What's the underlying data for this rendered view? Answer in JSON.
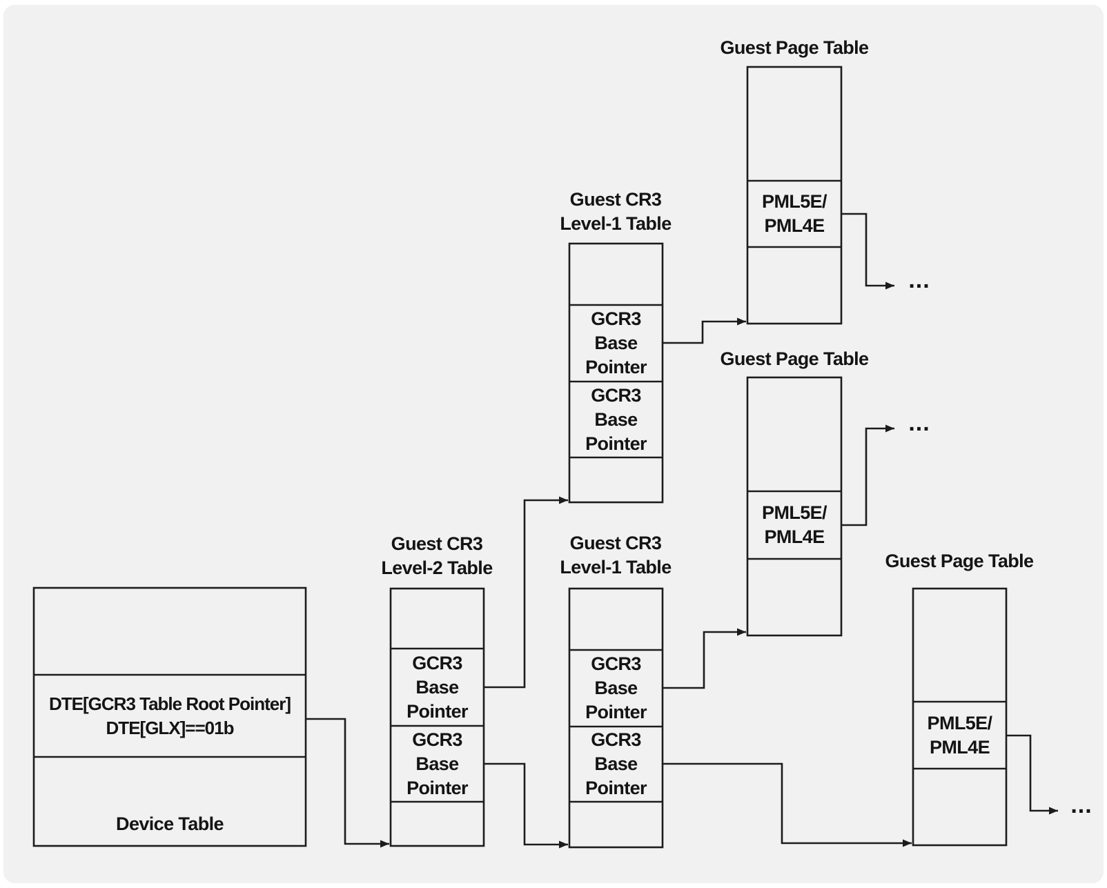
{
  "canvas": {
    "outer_bg": "#ffffff",
    "sheet_bg": "#f1f1f2",
    "line_color": "#1c1c1c",
    "text_color": "#141414"
  },
  "diagram": {
    "device_table": {
      "pointer_entry": "DTE[GCR3 Table Root Pointer]\nDTE[GLX]==01b",
      "label": "Device Table"
    },
    "gcr3_level2": {
      "title": "Guest CR3\nLevel-2 Table",
      "entry1": "GCR3\nBase\nPointer",
      "entry2": "GCR3\nBase\nPointer"
    },
    "gcr3_level1_upper": {
      "title": "Guest CR3\nLevel-1 Table",
      "entry1": "GCR3\nBase\nPointer",
      "entry2": "GCR3\nBase\nPointer"
    },
    "gcr3_level1_lower": {
      "title": "Guest CR3\nLevel-1 Table",
      "entry1": "GCR3\nBase\nPointer",
      "entry2": "GCR3\nBase\nPointer"
    },
    "guest_page_table_top": {
      "title": "Guest Page Table",
      "entry": "PML5E/\nPML4E",
      "ellipsis": "..."
    },
    "guest_page_table_middle": {
      "title": "Guest Page Table",
      "entry": "PML5E/\nPML4E",
      "ellipsis": "..."
    },
    "guest_page_table_bottom": {
      "title": "Guest Page Table",
      "entry": "PML5E/\nPML4E",
      "ellipsis": "..."
    }
  }
}
